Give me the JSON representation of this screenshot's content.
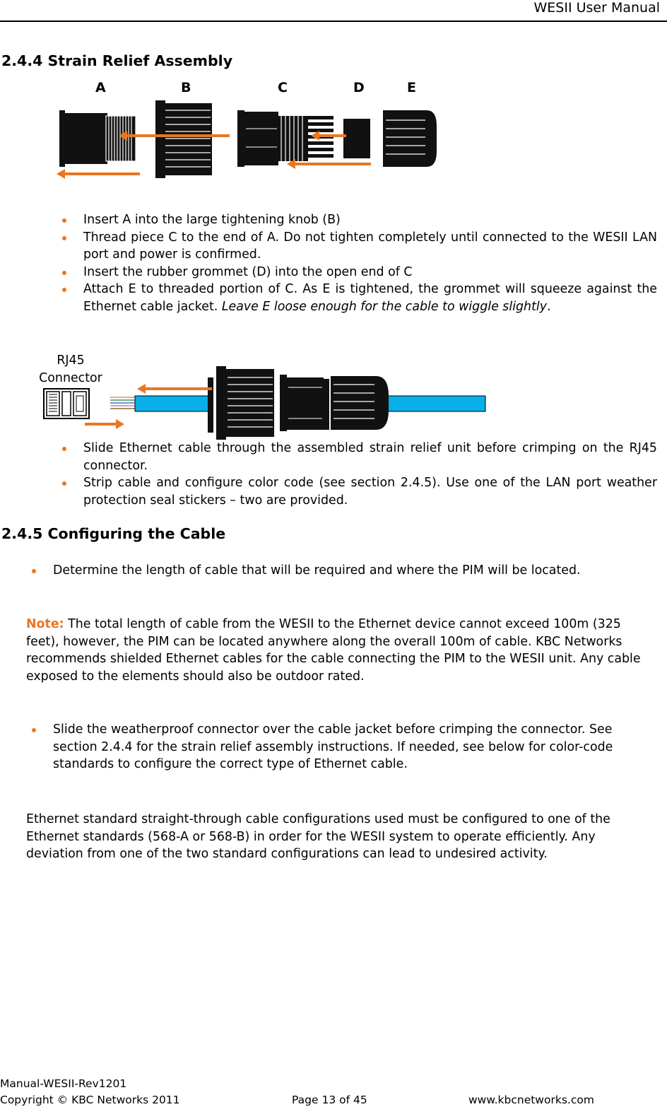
{
  "header": {
    "title": "WESII User Manual"
  },
  "section_244": {
    "heading": "2.4.4 Strain Relief Assembly",
    "diagram1_labels": [
      "A",
      "B",
      "C",
      "D",
      "E"
    ],
    "bullets": [
      "Insert A into the large tightening knob (B)",
      "Thread piece C to the end of A. Do not tighten completely until connected to the WESII LAN port and power is confirmed.",
      "Insert the rubber grommet (D) into the open end of C"
    ],
    "bullet4_prefix": "Attach E to threaded portion of C. As E is tightened, the grommet will squeeze against the Ethernet cable jacket. ",
    "bullet4_italic": "Leave E loose enough for the cable to wiggle slightly",
    "bullet4_suffix": ".",
    "diagram2_label_line1": "RJ45",
    "diagram2_label_line2": "Connector",
    "bullets2": [
      "Slide Ethernet cable through the assembled strain relief unit before crimping on the RJ45 connector.",
      "Strip cable and configure color code (see section 2.4.5). Use one of the LAN port weather protection seal stickers – two are provided."
    ]
  },
  "section_245": {
    "heading": "2.4.5 Configuring the Cable",
    "bullet1": "Determine the length of cable that will be required and where the PIM will be located.",
    "note_label": "Note:",
    "note_text": " The total length of cable from the WESII to the Ethernet device cannot exceed 100m (325 feet), however, the PIM can be located anywhere along the overall 100m of cable. KBC Networks recommends shielded Ethernet cables for the cable connecting the PIM to the WESII unit. Any cable exposed to the elements should also be outdoor rated.",
    "bullet2": "Slide the weatherproof connector over the cable jacket before crimping the connector. See section 2.4.4 for the strain relief assembly instructions. If needed, see below for color-code standards to configure the correct type of Ethernet cable.",
    "paragraph": "Ethernet standard straight-through cable configurations used must be configured to one of the Ethernet standards (568-A or 568-B) in order for the WESII system to operate efficiently. Any deviation from one of the two standard configurations can lead to undesired activity."
  },
  "footer": {
    "manual_id": "Manual-WESII-Rev1201",
    "copyright": "Copyright © KBC Networks 2011",
    "page": "Page 13 of 45",
    "website": "www.kbcnetworks.com"
  },
  "colors": {
    "accent": "#e87722",
    "cable": "#0aaee8"
  }
}
